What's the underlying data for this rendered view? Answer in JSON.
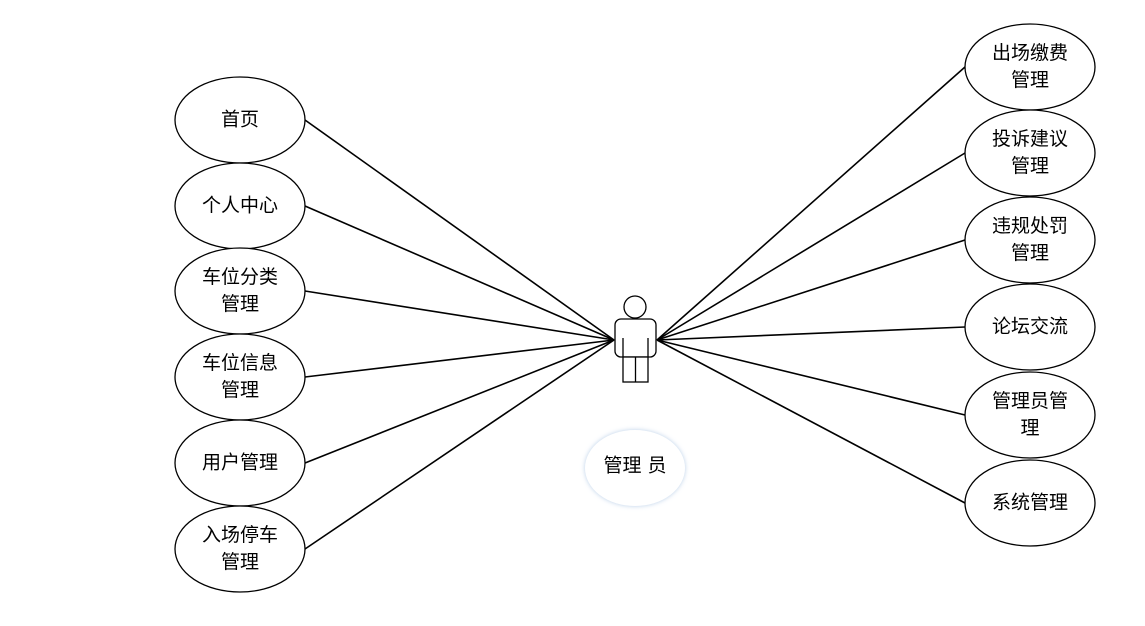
{
  "diagram": {
    "type": "use-case",
    "actor": {
      "label": "管理 员",
      "icon": "stick-figure-actor-icon"
    },
    "left_use_cases": [
      {
        "id": "homepage",
        "lines": [
          "首页"
        ]
      },
      {
        "id": "personal-center",
        "lines": [
          "个人中心"
        ]
      },
      {
        "id": "parking-category-mgmt",
        "lines": [
          "车位分类",
          "管理"
        ]
      },
      {
        "id": "parking-info-mgmt",
        "lines": [
          "车位信息",
          "管理"
        ]
      },
      {
        "id": "user-mgmt",
        "lines": [
          "用户管理"
        ]
      },
      {
        "id": "entry-parking-mgmt",
        "lines": [
          "入场停车",
          "管理"
        ]
      }
    ],
    "right_use_cases": [
      {
        "id": "exit-payment-mgmt",
        "lines": [
          "出场缴费",
          "管理"
        ]
      },
      {
        "id": "complaint-suggestion-mgmt",
        "lines": [
          "投诉建议",
          "管理"
        ]
      },
      {
        "id": "violation-penalty-mgmt",
        "lines": [
          "违规处罚",
          "管理"
        ]
      },
      {
        "id": "forum-exchange",
        "lines": [
          "论坛交流"
        ]
      },
      {
        "id": "admin-mgmt",
        "lines": [
          "管理员管",
          "理"
        ]
      },
      {
        "id": "system-mgmt",
        "lines": [
          "系统管理"
        ]
      }
    ],
    "colors": {
      "stroke": "#000000",
      "fill": "#ffffff",
      "actor_label_glow": "#dce8f5"
    }
  }
}
